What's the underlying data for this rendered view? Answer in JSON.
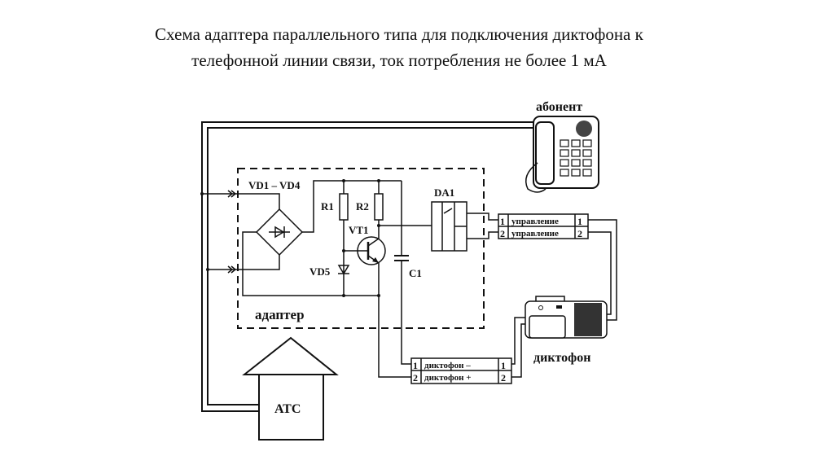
{
  "title": {
    "line1": "Схема адаптера параллельного типа для подключения диктофона к",
    "line2": "телефонной линии связи, ток потребления не более 1 мА"
  },
  "labels": {
    "subscriber": "абонент",
    "exchange": "АТС",
    "adapter": "адаптер",
    "bridge": "VD1 – VD4",
    "r1": "R1",
    "r2": "R2",
    "vt1": "VT1",
    "vd5": "VD5",
    "c1": "C1",
    "da1": "DA1",
    "recorder": "диктофон"
  },
  "control_connector": [
    {
      "pin_left": "1",
      "name": "управление",
      "pin_right": "1"
    },
    {
      "pin_left": "2",
      "name": "управление",
      "pin_right": "2"
    }
  ],
  "recorder_connector": [
    {
      "pin_left": "1",
      "name": "диктофон –",
      "pin_right": "1"
    },
    {
      "pin_left": "2",
      "name": "диктофон +",
      "pin_right": "2"
    }
  ]
}
